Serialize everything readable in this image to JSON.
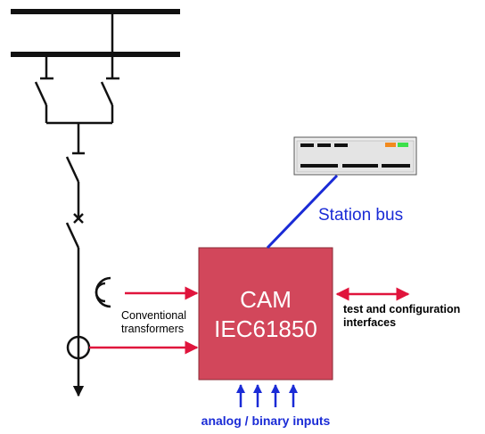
{
  "colors": {
    "cam_fill": "#d2475b",
    "cam_stroke": "#8a2a36",
    "red_wire": "#e0143c",
    "blue_wire": "#1a2bd6",
    "black": "#111111",
    "device_bg": "#eeeeee",
    "led_orange": "#f28a1e",
    "led_green": "#3ce04a"
  },
  "cam": {
    "line1": "CAM",
    "line2": "IEC61850"
  },
  "station_bus": {
    "label": "Station bus"
  },
  "conventional_transformers": {
    "line1": "Conventional",
    "line2": "transformers"
  },
  "test_interfaces": {
    "line1": "test  and configuration",
    "line2": "interfaces"
  },
  "inputs": {
    "label": "analog / binary inputs"
  },
  "icons": {
    "device": "station-device-icon",
    "current_transformer": "current-transformer-icon",
    "voltage_transformer": "voltage-transformer-icon"
  }
}
